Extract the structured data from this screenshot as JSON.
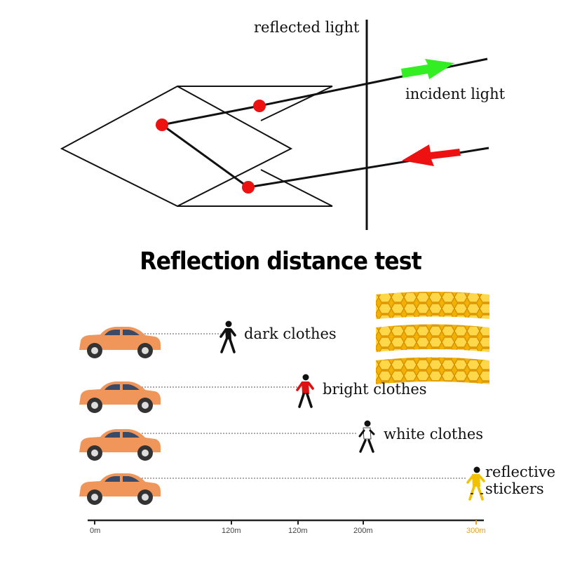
{
  "diagram": {
    "reflected_label": "reflected light",
    "incident_label": "incident light",
    "arrow_in_color": "#33ee22",
    "arrow_out_color": "#ee1111",
    "point_color": "#ee1111"
  },
  "title": "Reflection distance test",
  "rows": [
    {
      "label": "dark clothes",
      "figure_color": "#111111"
    },
    {
      "label": "bright clothes",
      "figure_color": "#dd1111"
    },
    {
      "label": "white clothes",
      "figure_color": "#ffffff"
    },
    {
      "label_line1": "reflective",
      "label_line2": "stickers",
      "figure_color": "#f2c200"
    }
  ],
  "axis": {
    "ticks": [
      "0m",
      "120m",
      "120m",
      "200m",
      "300m"
    ],
    "highlight_color": "#e6a024"
  },
  "car_color": "#f0965a",
  "sticker_color": "#f5b800"
}
